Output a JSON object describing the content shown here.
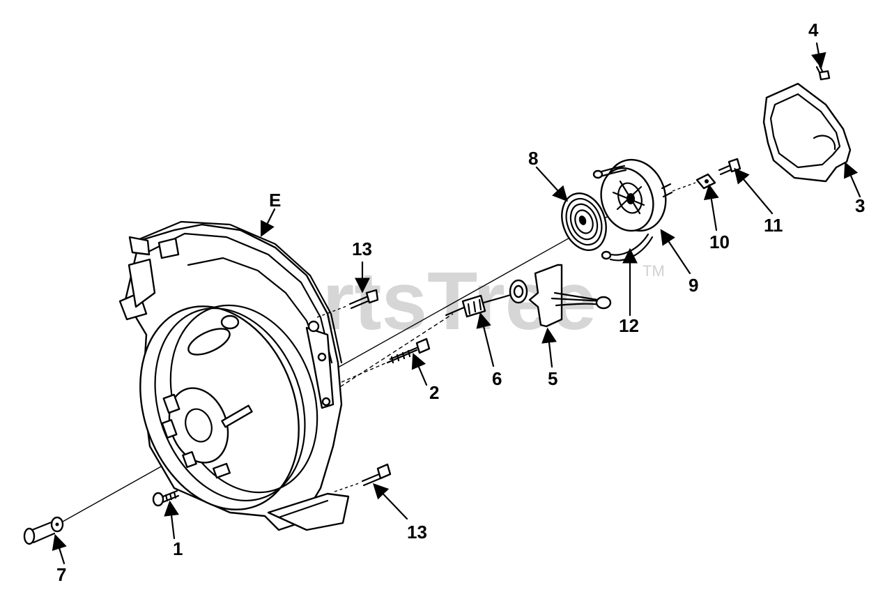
{
  "watermark": {
    "text": "PartsTree",
    "tm": "TM"
  },
  "labels": {
    "p1": "1",
    "p2": "2",
    "p3": "3",
    "p4": "4",
    "p5": "5",
    "p6": "6",
    "p7": "7",
    "p8": "8",
    "p9": "9",
    "p10": "10",
    "p11": "11",
    "p12": "12",
    "p13a": "13",
    "p13b": "13",
    "pE": "E"
  },
  "colors": {
    "ink": "#000000",
    "watermark": "#d6d6d6",
    "background": "#ffffff"
  }
}
